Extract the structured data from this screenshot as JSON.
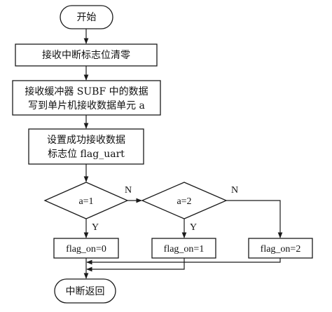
{
  "nodes": {
    "start": "开始",
    "clear_flag": "接收中断标志位清零",
    "copy_line1": "接收缓冲器 SUBF 中的数据",
    "copy_line2": "写到单片机接收数据单元 a",
    "set_line1": "设置成功接收数据",
    "set_line2": "标志位 flag_uart",
    "decision1": "a=1",
    "decision2": "a=2",
    "proc1": "flag_on=0",
    "proc2": "flag_on=1",
    "proc3": "flag_on=2",
    "end": "中断返回"
  },
  "edge_labels": {
    "d1_no": "N",
    "d1_yes": "Y",
    "d2_no": "N",
    "d2_yes": "Y"
  },
  "colors": {
    "stroke": "#1a1a1a",
    "fill": "#ffffff",
    "text": "#111111"
  }
}
